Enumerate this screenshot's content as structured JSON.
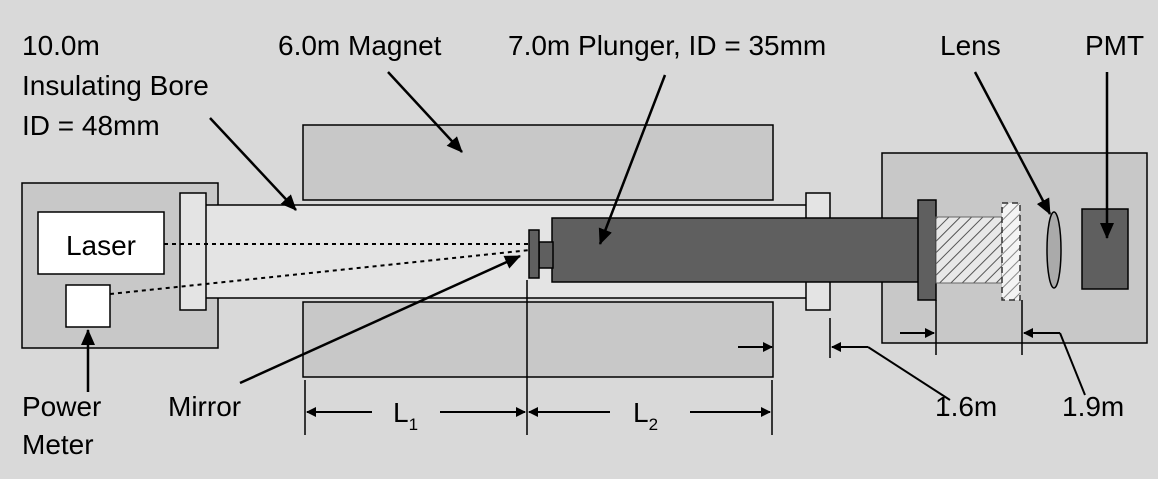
{
  "labels": {
    "bore_line1": "10.0m",
    "bore_line2": "Insulating Bore",
    "bore_line3": "ID = 48mm",
    "magnet": "6.0m Magnet",
    "plunger": "7.0m Plunger, ID = 35mm",
    "lens": "Lens",
    "pmt": "PMT",
    "laser": "Laser",
    "power_meter_line1": "Power",
    "power_meter_line2": "Meter",
    "mirror": "Mirror",
    "l1_main": "L",
    "l1_sub": "1",
    "l2_main": "L",
    "l2_sub": "2",
    "dist_1_6": "1.6m",
    "dist_1_9": "1.9m"
  },
  "colors": {
    "background": "#d9d9d9",
    "panel": "#c8c8c8",
    "bore": "#e4e4e4",
    "plunger": "#5f5f5f",
    "white": "#ffffff"
  }
}
